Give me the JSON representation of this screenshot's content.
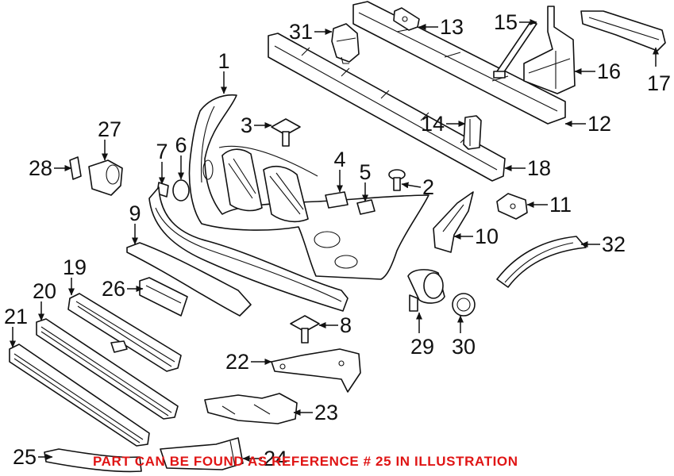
{
  "callouts": [
    {
      "id": "c1",
      "number": "1"
    },
    {
      "id": "c2",
      "number": "2"
    },
    {
      "id": "c3",
      "number": "3"
    },
    {
      "id": "c4",
      "number": "4"
    },
    {
      "id": "c5",
      "number": "5"
    },
    {
      "id": "c6",
      "number": "6"
    },
    {
      "id": "c7",
      "number": "7"
    },
    {
      "id": "c8",
      "number": "8"
    },
    {
      "id": "c9",
      "number": "9"
    },
    {
      "id": "c10",
      "number": "10"
    },
    {
      "id": "c11",
      "number": "11"
    },
    {
      "id": "c12",
      "number": "12"
    },
    {
      "id": "c13",
      "number": "13"
    },
    {
      "id": "c14",
      "number": "14"
    },
    {
      "id": "c15",
      "number": "15"
    },
    {
      "id": "c16",
      "number": "16"
    },
    {
      "id": "c17",
      "number": "17"
    },
    {
      "id": "c18",
      "number": "18"
    },
    {
      "id": "c19",
      "number": "19"
    },
    {
      "id": "c20",
      "number": "20"
    },
    {
      "id": "c21",
      "number": "21"
    },
    {
      "id": "c22",
      "number": "22"
    },
    {
      "id": "c23",
      "number": "23"
    },
    {
      "id": "c24",
      "number": "24"
    },
    {
      "id": "c25",
      "number": "25"
    },
    {
      "id": "c26",
      "number": "26"
    },
    {
      "id": "c27",
      "number": "27"
    },
    {
      "id": "c28",
      "number": "28"
    },
    {
      "id": "c29",
      "number": "29"
    },
    {
      "id": "c30",
      "number": "30"
    },
    {
      "id": "c31",
      "number": "31"
    },
    {
      "id": "c32",
      "number": "32"
    }
  ],
  "notice": {
    "text": "PART CAN BE FOUND AS REFERENCE # 25 IN ILLUSTRATION",
    "color": "#e01515"
  }
}
